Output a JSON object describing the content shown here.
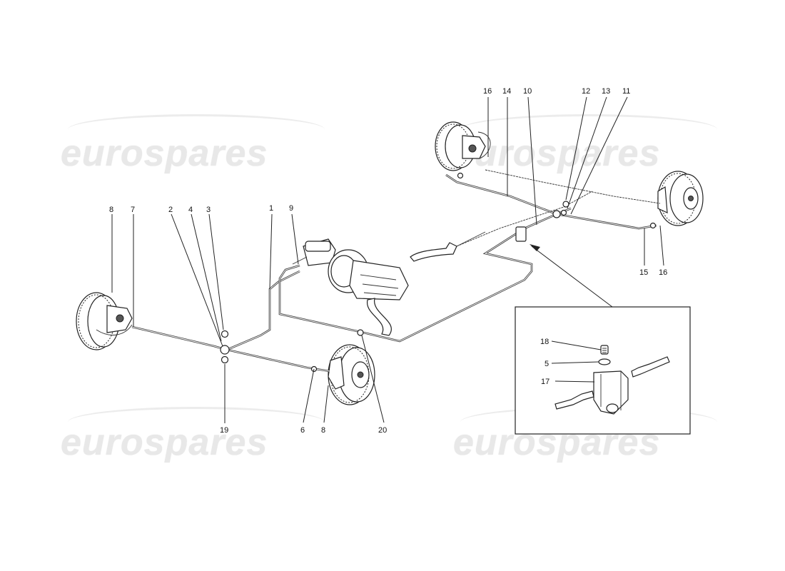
{
  "watermark": {
    "text": "eurospares",
    "color": "#e8e8e8"
  },
  "callouts": {
    "c1": "1",
    "c2": "2",
    "c3": "3",
    "c4": "4",
    "c5": "5",
    "c6": "6",
    "c7": "7",
    "c8a": "8",
    "c8b": "8",
    "c9": "9",
    "c10": "10",
    "c11": "11",
    "c12": "12",
    "c13": "13",
    "c14": "14",
    "c15": "15",
    "c16a": "16",
    "c16b": "16",
    "c17": "17",
    "c18": "18",
    "c19": "19",
    "c20": "20"
  },
  "colors": {
    "line": "#222222",
    "background": "#ffffff"
  }
}
